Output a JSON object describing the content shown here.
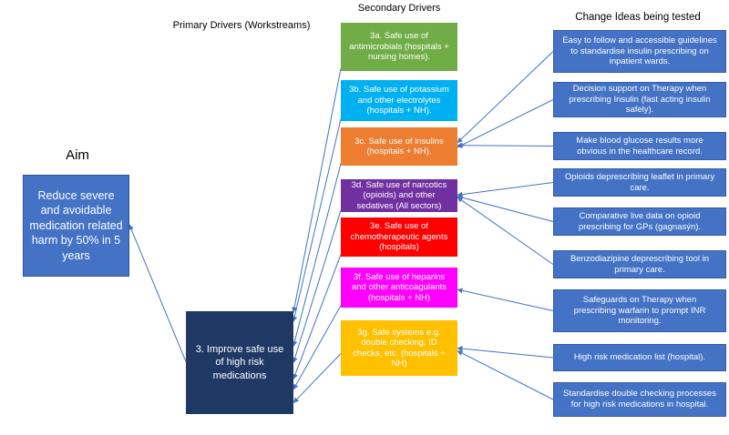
{
  "headers": {
    "aim": "Aim",
    "primary": "Primary Drivers (Workstreams)",
    "secondary": "Secondary Drivers",
    "ideas": "Change Ideas being tested"
  },
  "aim": {
    "text": "Reduce severe and avoidable medication related harm by 50% in 5 years",
    "color": "#4472C4"
  },
  "primary": {
    "text": "3. Improve safe use of high risk medications",
    "color": "#1F3864"
  },
  "secondary_drivers": [
    {
      "id": "3a",
      "label": "3a. Safe use of antimicrobials (hospitals + nursing homes).",
      "color": "#70AD47"
    },
    {
      "id": "3b",
      "label": "3b. Safe use of potassium and other electrolytes (hospitals + NH).",
      "color": "#00B0F0"
    },
    {
      "id": "3c",
      "label": "3c. Safe use of insulins (hospitals + NH).",
      "color": "#ED7D31"
    },
    {
      "id": "3d",
      "label": "3d. Safe use of narcotics (opioids) and other sedatives (All sectors)",
      "color": "#7030A0"
    },
    {
      "id": "3e",
      "label": "3e. Safe use of chemotherapeutic agents (hospitals)",
      "color": "#FF0000"
    },
    {
      "id": "3f",
      "label": "3f. Safe use of heparins and other anticoagulants (hospitals + NH)",
      "color": "#FF00FF"
    },
    {
      "id": "3g",
      "label": "3g. Safe systems e.g. double checking, ID checks, etc. (hospitals + NH)",
      "color": "#FFC000"
    }
  ],
  "change_ideas": [
    {
      "label": "Easy to follow and accessible guidelines to standardise insulin prescribing on inpatient wards.",
      "color": "#4472C4"
    },
    {
      "label": "Decision support on Therapy when prescribing Insulin (fast acting insulin safely).",
      "color": "#4472C4"
    },
    {
      "label": "Make blood glucose results more obvious in the healthcare record.",
      "color": "#4472C4"
    },
    {
      "label": "Opioids deprescribing leaflet in primary care.",
      "color": "#4472C4"
    },
    {
      "label": "Comparative live data on opioid prescribing for GPs (gagnasýn).",
      "color": "#4472C4"
    },
    {
      "label": "Benzodiazipine deprescribing tool in primary care.",
      "color": "#4472C4"
    },
    {
      "label": "Safeguards on Therapy when prescribing warfarin to prompt INR monitoring.",
      "color": "#4472C4"
    },
    {
      "label": "High risk medication list (hospital).",
      "color": "#4472C4"
    },
    {
      "label": "Standardise double checking processes for high risk medications in hospital.",
      "color": "#4472C4"
    }
  ],
  "arrow_color": "#4472C4",
  "connections": [
    {
      "from": "primary-driver-box",
      "fx": 0,
      "fy": 0.49,
      "to": "aim-box",
      "tx": 1,
      "ty": 0.49
    },
    {
      "from": "secondary-driver-3a",
      "fx": 0,
      "fy": 0.95,
      "to": "primary-driver-box",
      "tx": 1,
      "ty": 0.01
    },
    {
      "from": "secondary-driver-3b",
      "fx": 0,
      "fy": 0.95,
      "to": "primary-driver-box",
      "tx": 1,
      "ty": 0.1
    },
    {
      "from": "secondary-driver-3c",
      "fx": 0,
      "fy": 0.95,
      "to": "primary-driver-box",
      "tx": 1,
      "ty": 0.34
    },
    {
      "from": "secondary-driver-3d",
      "fx": 0,
      "fy": 0.95,
      "to": "primary-driver-box",
      "tx": 1,
      "ty": 0.5
    },
    {
      "from": "secondary-driver-3e",
      "fx": 0,
      "fy": 0.95,
      "to": "primary-driver-box",
      "tx": 1,
      "ty": 0.66
    },
    {
      "from": "secondary-driver-3f",
      "fx": 0,
      "fy": 0.95,
      "to": "primary-driver-box",
      "tx": 1,
      "ty": 0.76
    },
    {
      "from": "secondary-driver-3g",
      "fx": 0,
      "fy": 0.6,
      "to": "primary-driver-box",
      "tx": 1,
      "ty": 0.89
    },
    {
      "from": "change-idea-1",
      "fx": 0,
      "fy": 0.5,
      "to": "secondary-driver-3c",
      "tx": 1,
      "ty": 0.4
    },
    {
      "from": "change-idea-2",
      "fx": 0,
      "fy": 0.5,
      "to": "secondary-driver-3c",
      "tx": 1,
      "ty": 0.52
    },
    {
      "from": "change-idea-3",
      "fx": 0,
      "fy": 0.5,
      "to": "secondary-driver-3c",
      "tx": 1,
      "ty": 0.47
    },
    {
      "from": "change-idea-4",
      "fx": 0,
      "fy": 0.5,
      "to": "secondary-driver-3d",
      "tx": 1,
      "ty": 0.48
    },
    {
      "from": "change-idea-5",
      "fx": 0,
      "fy": 0.5,
      "to": "secondary-driver-3d",
      "tx": 1,
      "ty": 0.52
    },
    {
      "from": "change-idea-6",
      "fx": 0,
      "fy": 0.5,
      "to": "secondary-driver-3d",
      "tx": 1,
      "ty": 0.55
    },
    {
      "from": "change-idea-7",
      "fx": 0,
      "fy": 0.5,
      "to": "secondary-driver-3f",
      "tx": 1,
      "ty": 0.55
    },
    {
      "from": "change-idea-8",
      "fx": 0,
      "fy": 0.5,
      "to": "secondary-driver-3g",
      "tx": 1,
      "ty": 0.5
    },
    {
      "from": "change-idea-9",
      "fx": 0,
      "fy": 0.5,
      "to": "secondary-driver-3g",
      "tx": 1,
      "ty": 0.55
    }
  ]
}
